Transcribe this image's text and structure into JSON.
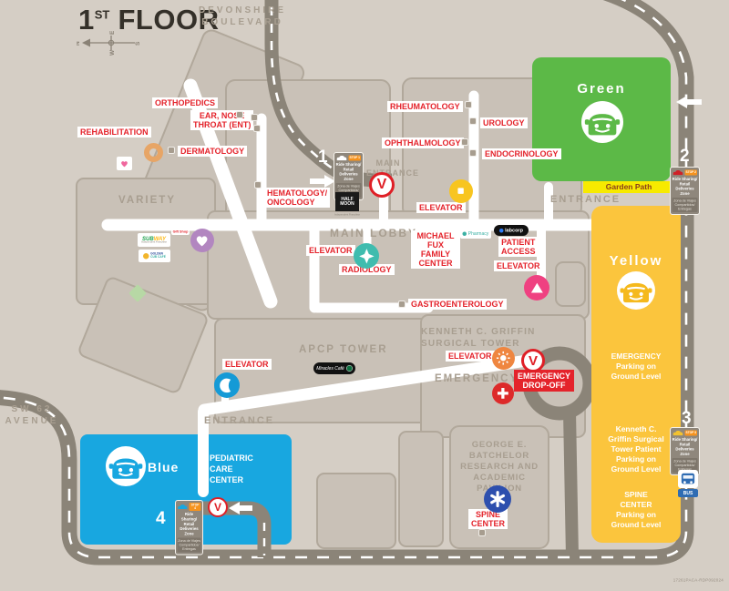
{
  "title": {
    "number": "1",
    "suffix": "ST",
    "word": "FLOOR"
  },
  "compass": {
    "n": "N",
    "e": "E",
    "w": "W",
    "s": "S"
  },
  "streets": {
    "devonshire": "DEVONSHIRE\nBOULEVARD",
    "sw62": "SW 62\nAVENUE"
  },
  "departments": {
    "rehabilitation": "REHABILITATION",
    "orthopedics": "ORTHOPEDICS",
    "ent": "EAR, NOSE\nTHROAT (ENT)",
    "dermatology": "DERMATOLOGY",
    "hematology_oncology": "HEMATOLOGY/\nONCOLOGY",
    "rheumatology": "RHEUMATOLOGY",
    "urology": "UROLOGY",
    "ophthalmology": "OPHTHALMOLOGY",
    "endocrinology": "ENDOCRINOLOGY",
    "elevator": "ELEVATOR",
    "radiology": "RADIOLOGY",
    "michael_fux_family_center": "MICHAEL\nFUX\nFAMILY\nCENTER",
    "patient_access": "PATIENT\nACCESS",
    "gastroenterology": "GASTROENTEROLOGY",
    "emergency_drop_off": "EMERGENCY\nDROP-OFF",
    "spine_center": "SPINE\nCENTER",
    "pediatric_care_center": "PEDIATRIC\nCARE\nCENTER"
  },
  "places": {
    "variety": "VARIETY",
    "main_lobby": "MAIN LOBBY",
    "main_entrance": "MAIN\nENTRANCE",
    "entrance_garden": "ENTRANCE",
    "entrance_pediatric": "ENTRANCE",
    "apcp_tower": "APCP TOWER",
    "griffin_tower": "KENNETH C. GRIFFIN\nSURGICAL TOWER",
    "emergency": "EMERGENCY",
    "batchelor": "GEORGE E.\nBATCHELOR\nRESEARCH AND\nACADEMIC\nPAVILION"
  },
  "parking": {
    "green": {
      "name": "Green",
      "color": "#5cb947"
    },
    "yellow": {
      "name": "Yellow",
      "color": "#fbc53d",
      "emergency": "EMERGENCY\nParking on\nGround Level",
      "griffin": "Kenneth C.\nGriffin Surgical\nTower Patient\nParking on\nGround Level",
      "spine": "SPINE\nCENTER\nParking on\nGround Level"
    },
    "blue": {
      "name": "Blue",
      "color": "#18a7e0"
    },
    "garden_path": "Garden Path"
  },
  "stops": {
    "s1": "1",
    "s2": "2",
    "s3": "3",
    "s4": "4"
  },
  "valet": {
    "letter": "V"
  },
  "rideshare_sign": {
    "tag": "STOP",
    "en": "Ride Sharing/\nRetail Deliveries\nZone",
    "es": "Zona de Viajes\nCompartidos/\nEntregas"
  },
  "vendors": {
    "subway_a": "SUB",
    "subway_b": "WAY",
    "independent": "Independent Franchise",
    "gift_shop": "Gift Shop",
    "golden_a": "GOLDEN",
    "golden_b": "CUB CAFÉ",
    "half_moon": "HALF\nMOON",
    "miracles_cafe": "Miracles Café",
    "pharmacy": "Pharmacy",
    "labcorp": "labcorp",
    "bus": "BUS"
  },
  "footer": "17261PACA-RDP092024",
  "colors": {
    "background": "#d5cec5",
    "building": "#c9c1b7",
    "road": "#8b8478",
    "label_red": "#e4232b",
    "valet_red": "#df1f26",
    "green_lot": "#5cb947",
    "yellow_lot": "#fbc53d",
    "blue_lot": "#18a7e0",
    "garden_yellow": "#f7ea00",
    "teal_elevator": "#3fbcae",
    "pink_elevator": "#ef4181",
    "yellow_elevator": "#f8c520",
    "blue_elevator": "#159ad6",
    "orange_elevator": "#ef8640",
    "spine_blue": "#2d4fae",
    "emergency_red": "#dd2a2a",
    "gift_purple": "#b286c0",
    "sign_gray": "#8f877c",
    "stop_orange": "#f6931e",
    "bus_blue": "#2f6cb3"
  }
}
